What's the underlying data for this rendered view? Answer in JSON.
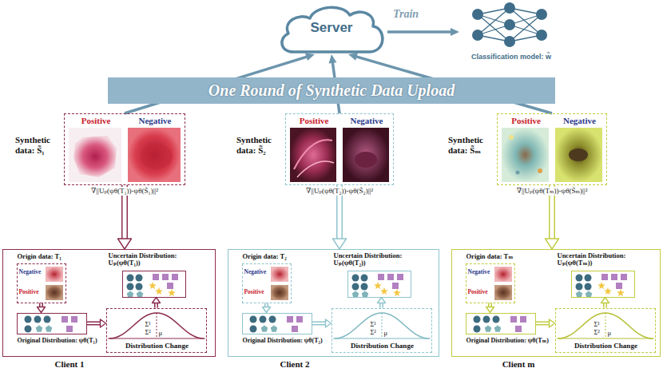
{
  "diagram": {
    "nodes": [
      {
        "text": [
          "Server"
        ]
      },
      {
        "text": [
          "Classification model: w̃"
        ]
      },
      {
        "text": [
          "One Round of Synthetic Data Upload"
        ]
      },
      {
        "text": [
          "Synthetic data: S̃₁",
          "Positive",
          "Negative"
        ]
      },
      {
        "text": [
          "Client 1"
        ]
      },
      {
        "text": [
          "Origin data: T₁",
          "Negative",
          "Positive"
        ],
        "in": 4
      },
      {
        "text": [
          "Uncertain Distribution: Uₚ(ψθ(T₁))"
        ],
        "in": 4
      },
      {
        "text": [
          "Original Distribution: ψθ(T₁)"
        ],
        "in": 4
      },
      {
        "text": [
          "Σ¹",
          "Σ²",
          "μ",
          "Distribution Change"
        ],
        "in": 4
      },
      {
        "text": [
          "Synthetic data: S̃₂",
          "Positive",
          "Negative"
        ]
      },
      {
        "text": [
          "Client 2"
        ]
      },
      {
        "text": [
          "Origin data: T₂",
          "Negative",
          "Positive"
        ],
        "in": 10
      },
      {
        "text": [
          "Uncertain Distribution: Uₚ(ψθ(T₂))"
        ],
        "in": 10
      },
      {
        "text": [
          "Original Distribution: ψθ(T₂)"
        ],
        "in": 10
      },
      {
        "text": [
          "Σ¹",
          "Σ²",
          "μ",
          "Distribution Change"
        ],
        "in": 10
      },
      {
        "text": [
          "Synthetic data: S̃ₘ",
          "Positive",
          "Negative"
        ]
      },
      {
        "text": [
          "Client m"
        ]
      },
      {
        "text": [
          "Origin data: Tₘ",
          "Negative",
          "Positive"
        ],
        "in": 16
      },
      {
        "text": [
          "Uncertain Distribution: Uₚ(ψθ(Tₘ))"
        ],
        "in": 16
      },
      {
        "text": [
          "Original Distribution: ψθ(Tₘ)"
        ],
        "in": 16
      },
      {
        "text": [
          "Σ¹",
          "Σ²",
          "μ",
          "Distribution Change"
        ],
        "in": 16
      }
    ],
    "edges": [
      {
        "from": 0,
        "to": 1,
        "label": "Train",
        "arrow": "to"
      },
      {
        "from": 3,
        "to": 0,
        "arrow": "to"
      },
      {
        "from": 3,
        "to": 4,
        "label": "∇||Uₚ(ψθ(T₁))-ψθ(S̃₁)||²",
        "arrow": "to"
      },
      {
        "from": 5,
        "to": 7,
        "arrow": "to"
      },
      {
        "from": 7,
        "to": 8,
        "arrow": "to"
      },
      {
        "from": 8,
        "to": 6,
        "arrow": "to"
      },
      {
        "from": 9,
        "to": 0,
        "arrow": "to"
      },
      {
        "from": 9,
        "to": 10,
        "label": "∇||Uₚ(ψθ(T₂))-ψθ(S̃₂)||²",
        "arrow": "to"
      },
      {
        "from": 11,
        "to": 13,
        "arrow": "to"
      },
      {
        "from": 13,
        "to": 14,
        "arrow": "to"
      },
      {
        "from": 14,
        "to": 12,
        "arrow": "to"
      },
      {
        "from": 15,
        "to": 0,
        "arrow": "to"
      },
      {
        "from": 15,
        "to": 16,
        "label": "∇||Uₚ(ψθ(Tₘ))-ψθ(S̃ₘ)||²",
        "arrow": "to"
      },
      {
        "from": 17,
        "to": 19,
        "arrow": "to"
      },
      {
        "from": 19,
        "to": 20,
        "arrow": "to"
      },
      {
        "from": 20,
        "to": 18,
        "arrow": "to"
      }
    ]
  }
}
